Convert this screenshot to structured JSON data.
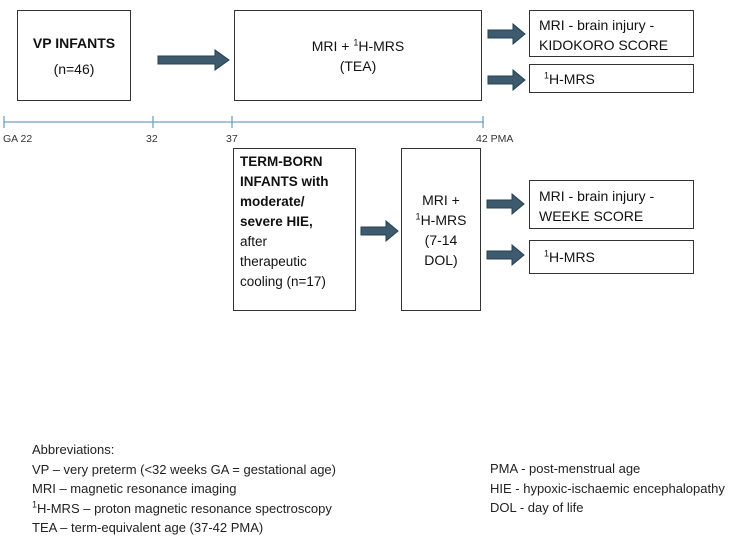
{
  "top": {
    "vp_title": "VP INFANTS",
    "vp_n": "(n=46)",
    "mri_line1_pre": "MRI + ",
    "mri_line1_sup": "1",
    "mri_line1_post": "H-MRS",
    "mri_line2": "(TEA)",
    "out1_line1": "MRI - brain injury -",
    "out1_line2": "KIDOKORO SCORE",
    "out2_sup": "1",
    "out2_post": "H-MRS"
  },
  "timeline": {
    "ticks": [
      "GA 22",
      "32",
      "37",
      "42 PMA"
    ],
    "color": "#6fa2bf"
  },
  "bottom": {
    "term_bold": [
      "TERM-BORN",
      "INFANTS with",
      "moderate/",
      "severe HIE,"
    ],
    "term_normal": [
      "after",
      "therapeutic",
      "cooling (n=17)"
    ],
    "mri_line1": "MRI +",
    "mri_line2_sup": "1",
    "mri_line2_post": "H-MRS",
    "mri_line3": "(7-14",
    "mri_line4": "DOL)",
    "out1_line1": "MRI - brain injury -",
    "out1_line2": "WEEKE SCORE",
    "out2_sup": "1",
    "out2_post": "H-MRS"
  },
  "abbreviations": {
    "heading": "Abbreviations:",
    "left": [
      "VP – very preterm (<32 weeks GA = gestational age)",
      "MRI – magnetic resonance imaging",
      "H-MRS – proton magnetic resonance spectroscopy",
      "TEA – term-equivalent age (37-42 PMA)"
    ],
    "left_sup_3": "1",
    "right": [
      "PMA - post-menstrual age",
      "HIE - hypoxic-ischaemic encephalopathy",
      "DOL - day of life"
    ]
  },
  "colors": {
    "arrow_fill": "#3d5a6e",
    "arrow_stroke": "#26404f"
  }
}
